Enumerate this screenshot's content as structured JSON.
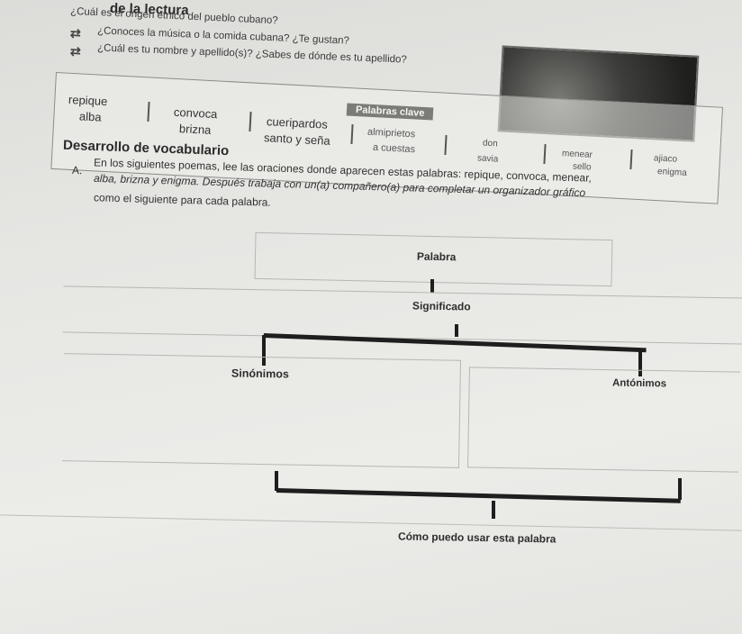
{
  "header": {
    "title": "de la lectura"
  },
  "questions": [
    "¿Cuál es el origen étnico del pueblo cubano?",
    "¿Conoces la música o la comida cubana? ¿Te gustan?",
    "¿Cuál es tu nombre y apellido(s)? ¿Sabes de dónde es tu apellido?"
  ],
  "keywords": {
    "label": "Palabras clave",
    "items": [
      "repique",
      "alba",
      "convoca",
      "brizna",
      "cueripardos",
      "santo y seña",
      "almiprietos",
      "a cuestas",
      "don",
      "savia",
      "menear",
      "sello",
      "ajiaco",
      "enigma"
    ]
  },
  "vocabulary": {
    "title": "Desarrollo de vocabulario",
    "marker": "A.",
    "lines": [
      "En los siguientes poemas, lee las oraciones donde aparecen estas palabras: repique, convoca, menear,",
      "alba, brizna y enigma. Después trabaja con un(a) compañero(a) para completar un organizador gráfico",
      "como el siguiente para cada palabra."
    ]
  },
  "organizer": {
    "palabra": "Palabra",
    "significado": "Significado",
    "sinonimos": "Sinónimos",
    "antonimos": "Antónimos",
    "uso": "Cómo puedo usar esta palabra"
  }
}
